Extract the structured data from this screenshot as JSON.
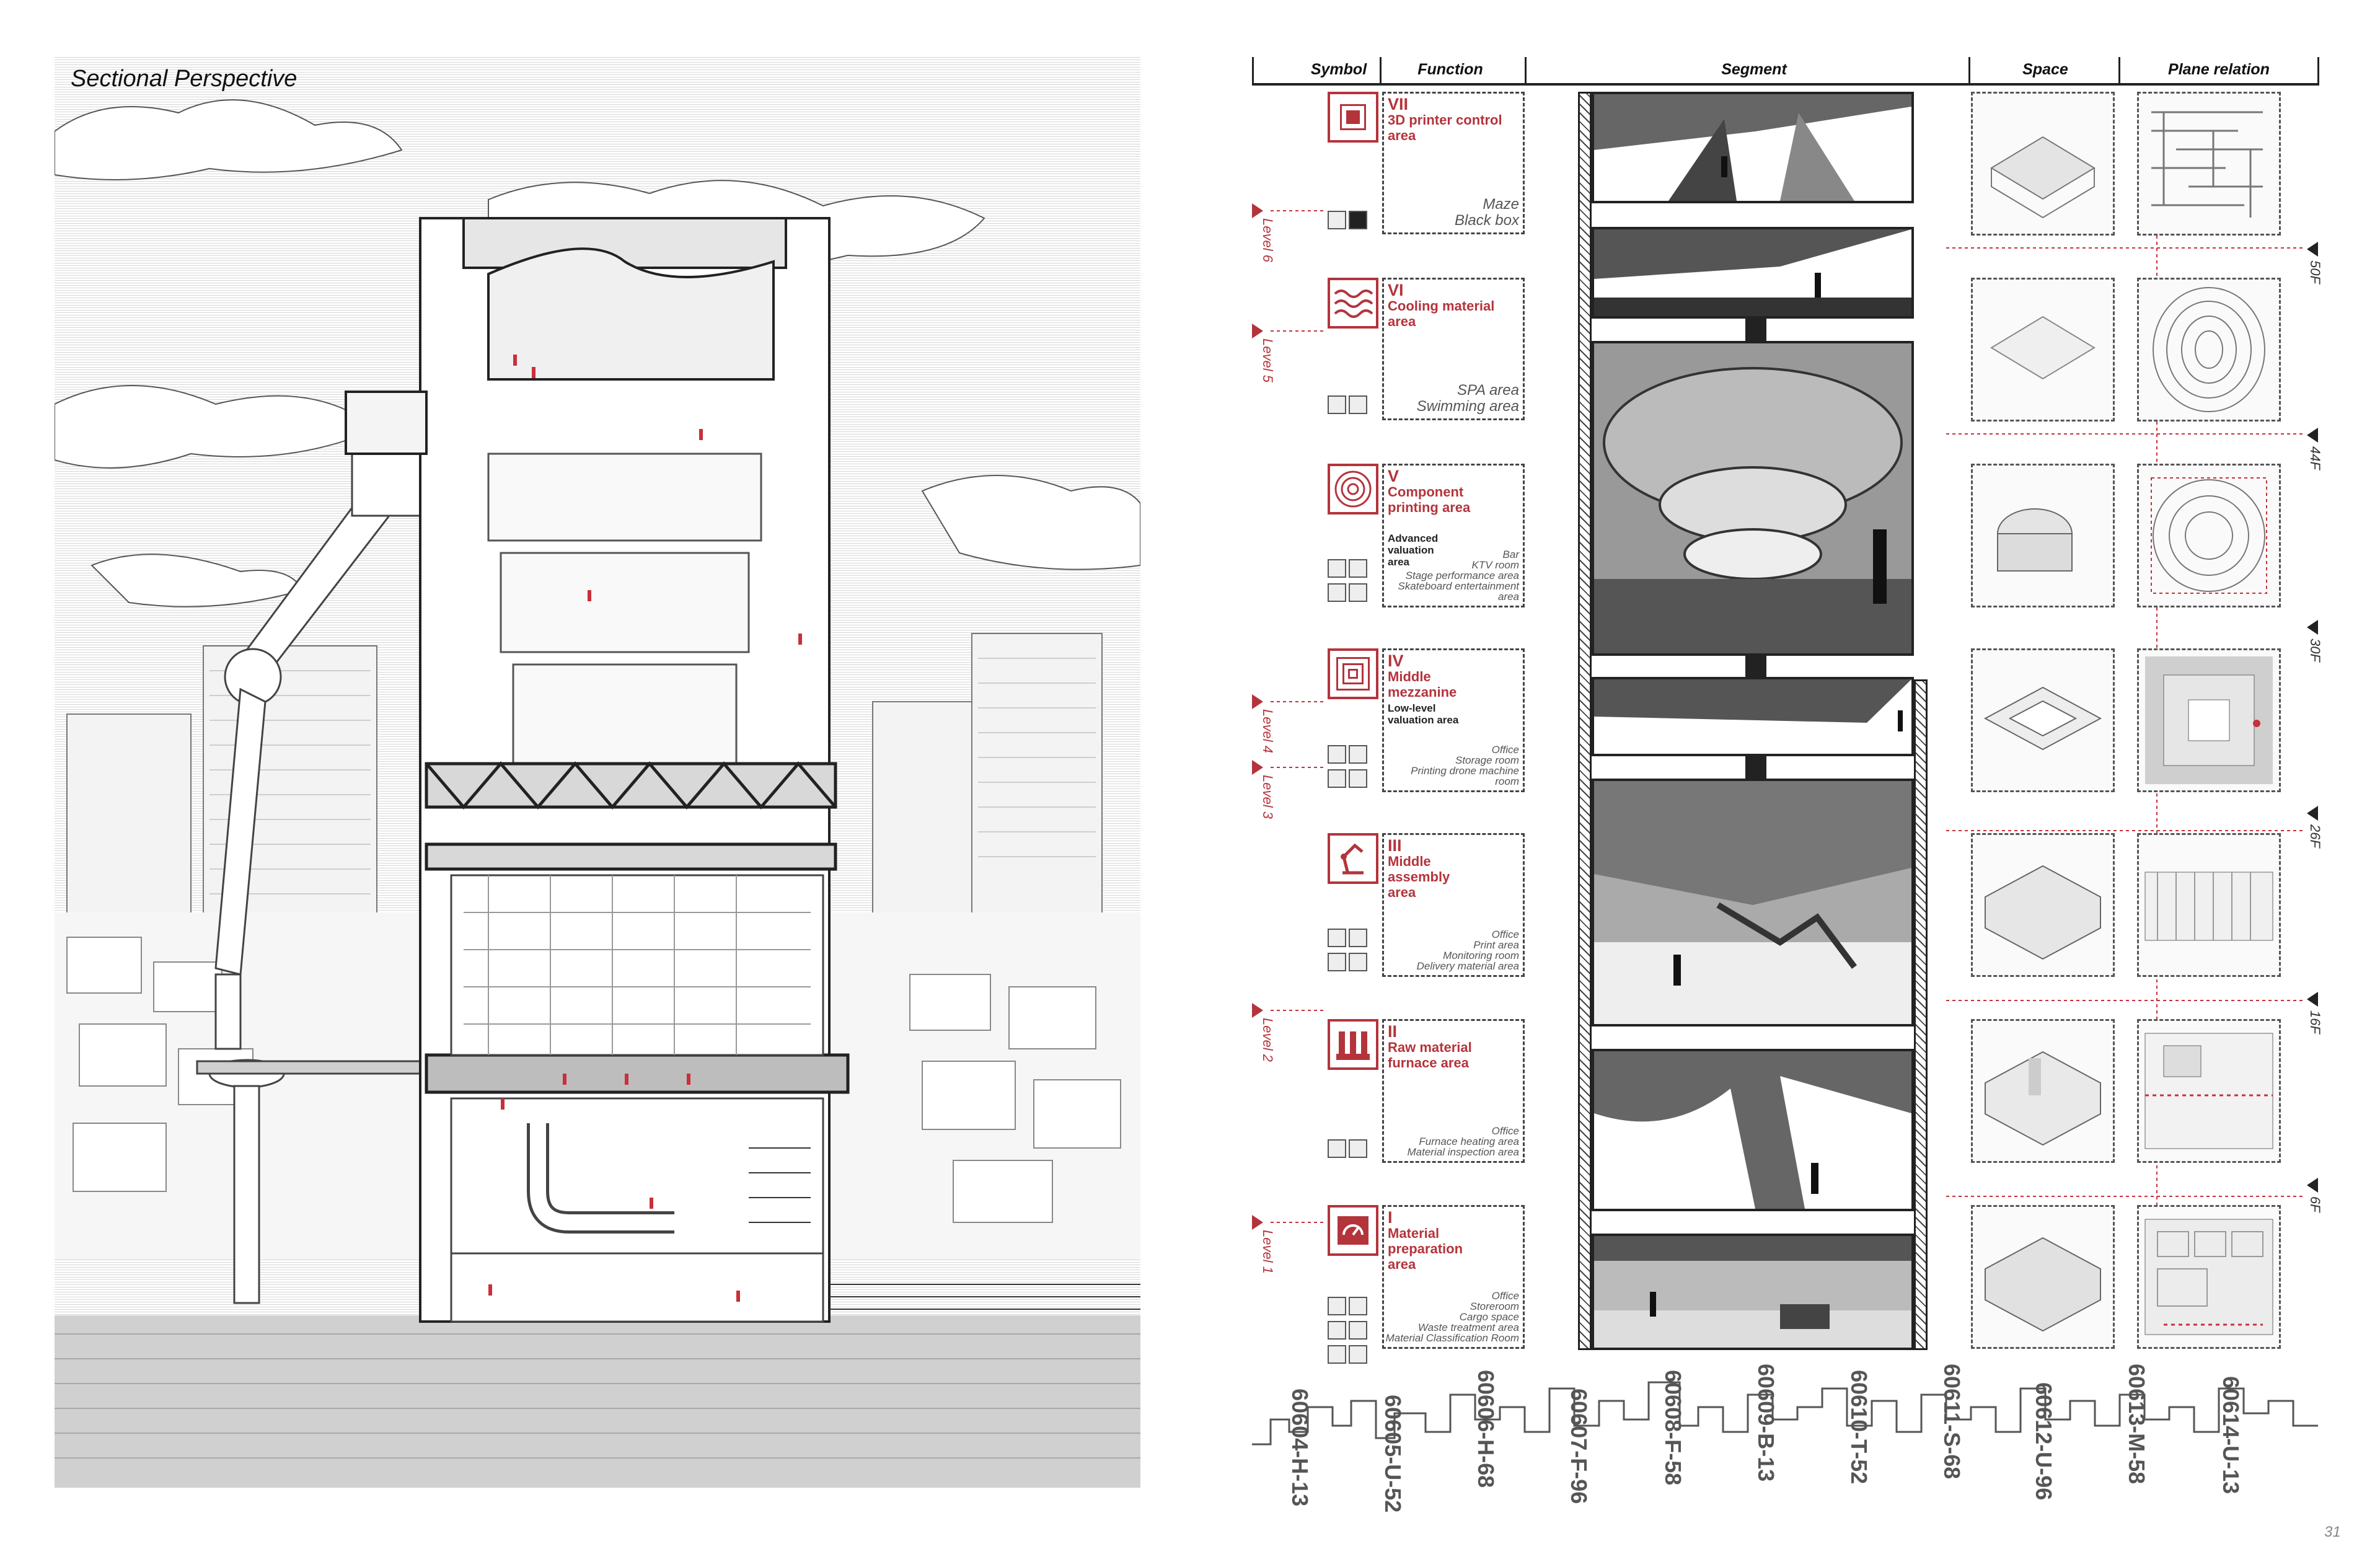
{
  "left_panel": {
    "title": "Sectional Perspective"
  },
  "header": {
    "columns": [
      "Symbol",
      "Function",
      "Segment",
      "Space",
      "Plane relation"
    ]
  },
  "levels": [
    {
      "numeral": "VII",
      "name": "3D printer control area",
      "sub": "",
      "uses": [
        "Maze",
        "Black box"
      ],
      "big": true
    },
    {
      "numeral": "VI",
      "name": "Cooling material area",
      "sub": "",
      "uses": [
        "SPA area",
        "Swimming area"
      ],
      "big": true
    },
    {
      "numeral": "V",
      "name": "Component printing area",
      "sub": "Advanced valuation area",
      "uses": [
        "Bar",
        "KTV room",
        "Stage performance area",
        "Skateboard entertainment area"
      ],
      "big": false
    },
    {
      "numeral": "IV",
      "name": "Middle mezzanine",
      "sub": "Low-level valuation area",
      "uses": [
        "Office",
        "Storage room",
        "Printing drone machine room"
      ],
      "big": false
    },
    {
      "numeral": "III",
      "name": "Middle assembly area",
      "sub": "",
      "uses": [
        "Office",
        "Print area",
        "Monitoring room",
        "Delivery material area"
      ],
      "big": false
    },
    {
      "numeral": "II",
      "name": "Raw material furnace area",
      "sub": "",
      "uses": [
        "Office",
        "Furnace heating area",
        "Material inspection area"
      ],
      "big": false
    },
    {
      "numeral": "I",
      "name": "Material preparation area",
      "sub": "",
      "uses": [
        "Office",
        "Storeroom",
        "Cargo space",
        "Waste treatment area",
        "Material Classification Room"
      ],
      "big": false
    }
  ],
  "level_markers": [
    "Level 6",
    "Level 5",
    "Level 4",
    "Level 3",
    "Level 2",
    "Level 1"
  ],
  "floor_markers": [
    "50F",
    "44F",
    "30F",
    "26F",
    "16F",
    "6F"
  ],
  "skyline_codes": [
    "60604-H-13",
    "60605-U-52",
    "60606-H-68",
    "60607-F-96",
    "60608-F-58",
    "60609-B-13",
    "60610-T-52",
    "60611-S-68",
    "60612-U-96",
    "60613-M-58",
    "60614-U-13"
  ],
  "page_number": "31",
  "colors": {
    "accent": "#b4343c",
    "ink": "#222222",
    "grey": "#777777"
  }
}
